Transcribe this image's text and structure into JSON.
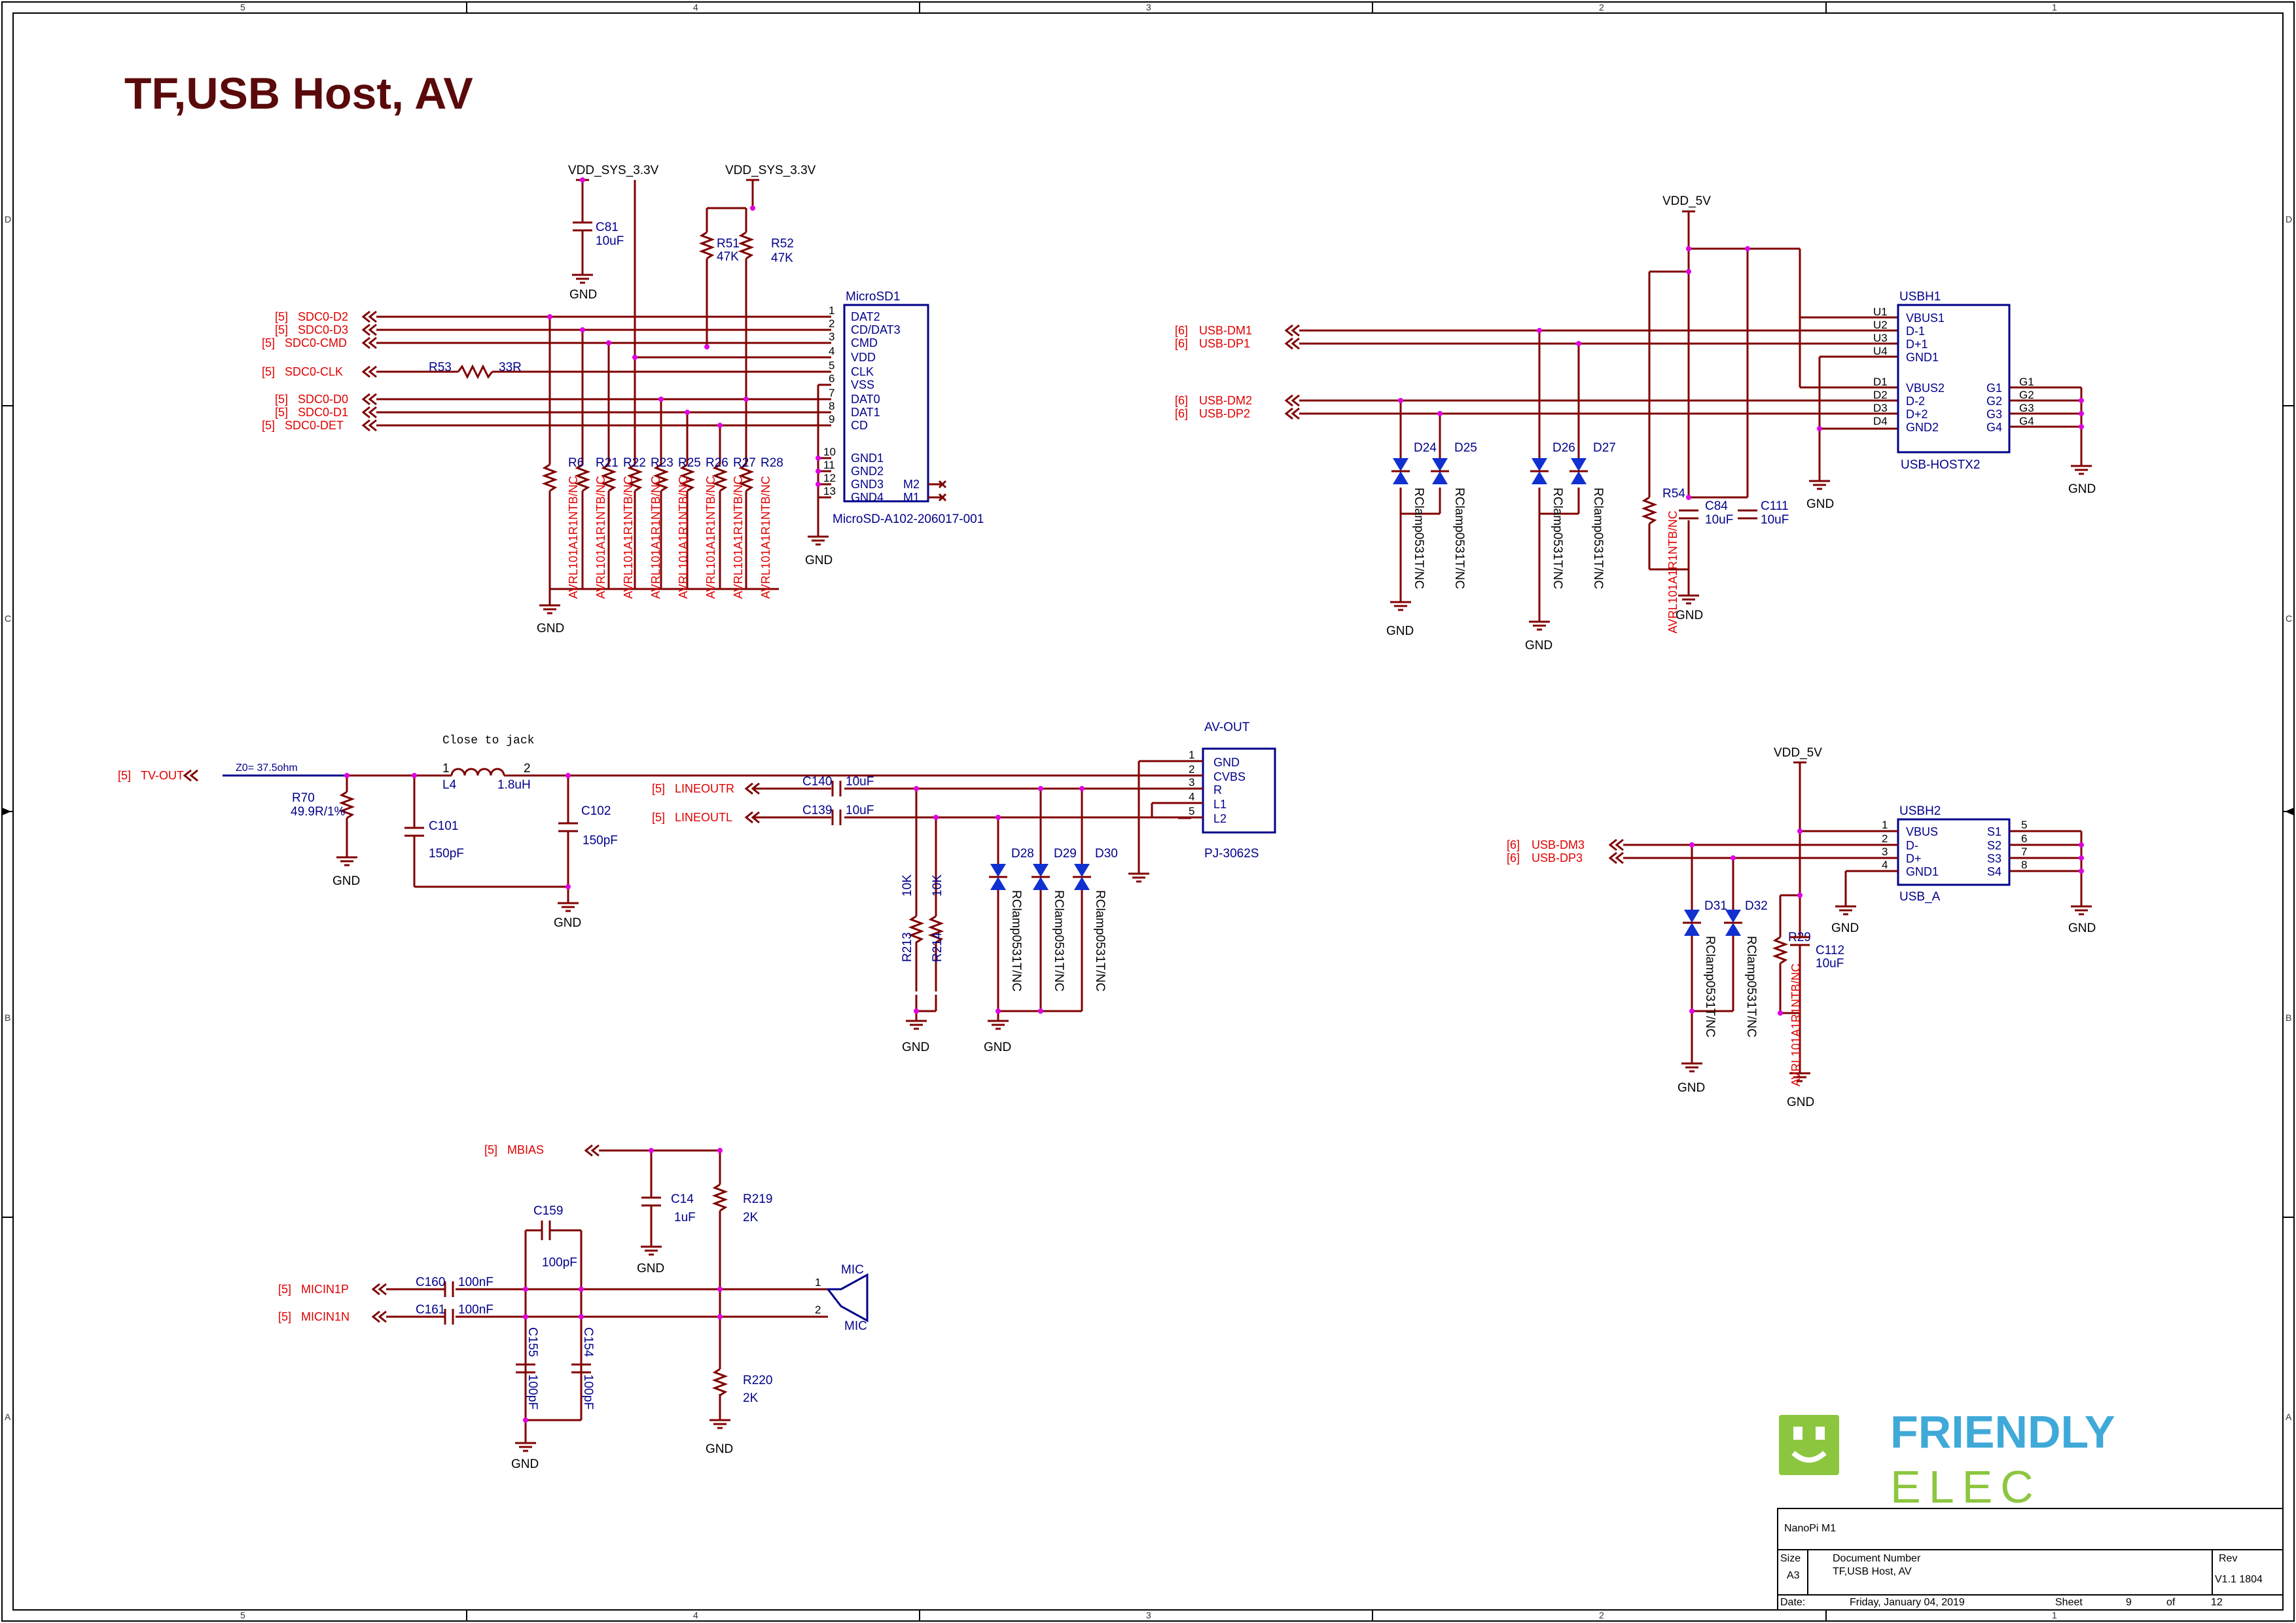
{
  "page_title": "TF,USB Host, AV",
  "border": {
    "columns": [
      "5",
      "4",
      "3",
      "2",
      "1"
    ],
    "rows": [
      "D",
      "C",
      "B",
      "A"
    ]
  },
  "power": {
    "vdd_sys_1": "VDD_SYS_3.3V",
    "vdd_sys_2": "VDD_SYS_3.3V",
    "vdd5_1": "VDD_5V",
    "vdd5_2": "VDD_5V",
    "gnd": "GND"
  },
  "microsd": {
    "ref": "MicroSD1",
    "part": "MicroSD-A102-206017-001",
    "pins_left": [
      "1",
      "2",
      "3",
      "4",
      "5",
      "6",
      "7",
      "8",
      "9",
      "10",
      "11",
      "12",
      "13"
    ],
    "pins_names": [
      "DAT2",
      "CD/DAT3",
      "CMD",
      "VDD",
      "CLK",
      "VSS",
      "DAT0",
      "DAT1",
      "CD",
      "GND1",
      "GND2",
      "GND3",
      "GND4"
    ],
    "m2": "M2",
    "m1": "M1",
    "nets": [
      {
        "tag": "[5]",
        "name": "SDC0-D2"
      },
      {
        "tag": "[5]",
        "name": "SDC0-D3"
      },
      {
        "tag": "[5]",
        "name": "SDC0-CMD"
      },
      {
        "tag": "[5]",
        "name": "SDC0-CLK"
      },
      {
        "tag": "[5]",
        "name": "SDC0-D0"
      },
      {
        "tag": "[5]",
        "name": "SDC0-D1"
      },
      {
        "tag": "[5]",
        "name": "SDC0-DET"
      }
    ],
    "c81": {
      "ref": "C81",
      "value": "10uF"
    },
    "r51": {
      "ref": "R51",
      "value": "47K"
    },
    "r52": {
      "ref": "R52",
      "value": "47K"
    },
    "r53": {
      "ref": "R53",
      "value": "33R"
    },
    "esd_refs": [
      "R6",
      "R21",
      "R22",
      "R23",
      "R25",
      "R26",
      "R27",
      "R28"
    ],
    "esd_part": "AVRL101A1R1NTB/NC"
  },
  "usbh1": {
    "ref": "USBH1",
    "part": "USB-HOSTX2",
    "left_pins": [
      "U1",
      "U2",
      "U3",
      "U4",
      "D1",
      "D2",
      "D3",
      "D4"
    ],
    "left_names": [
      "VBUS1",
      "D-1",
      "D+1",
      "GND1",
      "VBUS2",
      "D-2",
      "D+2",
      "GND2"
    ],
    "right_pins": [
      "G1",
      "G2",
      "G3",
      "G4"
    ],
    "right_names": [
      "G1",
      "G2",
      "G3",
      "G4"
    ],
    "nets": [
      {
        "tag": "[6]",
        "name": "USB-DM1"
      },
      {
        "tag": "[6]",
        "name": "USB-DP1"
      },
      {
        "tag": "[6]",
        "name": "USB-DM2"
      },
      {
        "tag": "[6]",
        "name": "USB-DP2"
      }
    ],
    "diodes": [
      "D24",
      "D25",
      "D26",
      "D27"
    ],
    "diode_part": "RClamp0531T/NC",
    "r54": {
      "ref": "R54",
      "value": "AVRL101A1R1NTB/NC"
    },
    "c84": {
      "ref": "C84",
      "value": "10uF"
    },
    "c111": {
      "ref": "C111",
      "value": "10uF"
    }
  },
  "usbh2": {
    "ref": "USBH2",
    "part": "USB_A",
    "left_pins": [
      "1",
      "2",
      "3",
      "4"
    ],
    "left_names": [
      "VBUS",
      "D-",
      "D+",
      "GND1"
    ],
    "right_pins": [
      "5",
      "6",
      "7",
      "8"
    ],
    "right_names": [
      "S1",
      "S2",
      "S3",
      "S4"
    ],
    "nets": [
      {
        "tag": "[6]",
        "name": "USB-DM3"
      },
      {
        "tag": "[6]",
        "name": "USB-DP3"
      }
    ],
    "diodes": [
      "D31",
      "D32"
    ],
    "diode_part": "RClamp0531T/NC",
    "r29": {
      "ref": "R29",
      "value": "AVRL101A1R1NTB/NC"
    },
    "c112": {
      "ref": "C112",
      "value": "10uF"
    }
  },
  "av": {
    "ref": "AV-OUT",
    "part": "PJ-3062S",
    "pins": [
      "1",
      "2",
      "3",
      "4",
      "5"
    ],
    "pin_names": [
      "GND",
      "CVBS",
      "R",
      "L1",
      "L2"
    ],
    "tvout": {
      "tag": "[5]",
      "name": "TV-OUT"
    },
    "lineoutr": {
      "tag": "[5]",
      "name": "LINEOUTR"
    },
    "lineoutl": {
      "tag": "[5]",
      "name": "LINEOUTL"
    },
    "z0": "Z0= 37.5ohm",
    "close_note": "Close to jack",
    "r70": {
      "ref": "R70",
      "value": "49.9R/1%"
    },
    "l4": {
      "ref": "L4",
      "value": "1.8uH",
      "p1": "1",
      "p2": "2"
    },
    "c101": {
      "ref": "C101",
      "value": "150pF"
    },
    "c102": {
      "ref": "C102",
      "value": "150pF"
    },
    "c140": {
      "ref": "C140",
      "value": "10uF"
    },
    "c139": {
      "ref": "C139",
      "value": "10uF"
    },
    "r213": {
      "ref": "R213",
      "value": "10K"
    },
    "r214": {
      "ref": "R214",
      "value": "10K"
    },
    "diodes": [
      "D28",
      "D29",
      "D30"
    ],
    "diode_part": "RClamp0531T/NC"
  },
  "mic": {
    "mbias": {
      "tag": "[5]",
      "name": "MBIAS"
    },
    "micin1p": {
      "tag": "[5]",
      "name": "MICIN1P"
    },
    "micin1n": {
      "tag": "[5]",
      "name": "MICIN1N"
    },
    "c14": {
      "ref": "C14",
      "value": "1uF"
    },
    "r219": {
      "ref": "R219",
      "value": "2K"
    },
    "r220": {
      "ref": "R220",
      "value": "2K"
    },
    "c159": {
      "ref": "C159",
      "value": "100pF"
    },
    "c160": {
      "ref": "C160",
      "value": "100nF"
    },
    "c161": {
      "ref": "C161",
      "value": "100nF"
    },
    "c155": {
      "ref": "C155",
      "value": "100pF"
    },
    "c154": {
      "ref": "C154",
      "value": "100pF"
    },
    "mic_ref": "MIC",
    "mic_part": "MIC",
    "p1": "1",
    "p2": "2"
  },
  "logo": {
    "line1": "FRIENDLY",
    "line2": "ELEC"
  },
  "title_block": {
    "project": "NanoPi M1",
    "size_label": "Size",
    "size": "A3",
    "docnum_label": "Document Number",
    "doc_title": "TF,USB Host, AV",
    "rev_label": "Rev",
    "rev": "V1.1 1804",
    "date_label": "Date:",
    "date": "Friday, January 04, 2019",
    "sheet_label": "Sheet",
    "sheet": "9",
    "of_label": "of",
    "total": "12"
  },
  "colors": {
    "wire": "#800000",
    "net": "#e00000",
    "body": "#00008a",
    "junction": "#e000e0",
    "diode": "#1030d0",
    "title": "#5a0a0a"
  }
}
